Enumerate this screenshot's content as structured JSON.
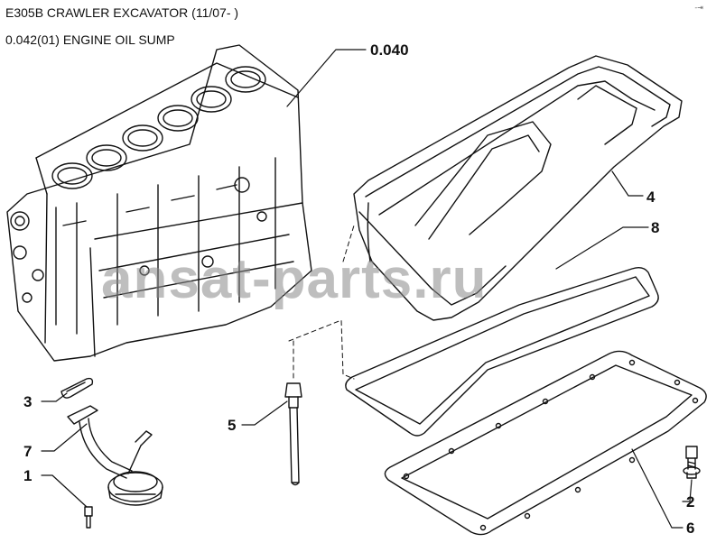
{
  "header": {
    "title": "E305B CRAWLER EXCAVATOR (11/07- )",
    "subtitle": "0.042(01) ENGINE OIL SUMP"
  },
  "corner_mark": "-⇥",
  "watermark": "ansat-parts.ru",
  "callouts": {
    "ref_040": "0.040",
    "p1": "1",
    "p2": "2",
    "p3": "3",
    "p4": "4",
    "p5": "5",
    "p6": "6",
    "p7": "7",
    "p8": "8"
  },
  "colors": {
    "ink": "#111111",
    "watermark": "#8a8a8a",
    "background": "#ffffff"
  }
}
